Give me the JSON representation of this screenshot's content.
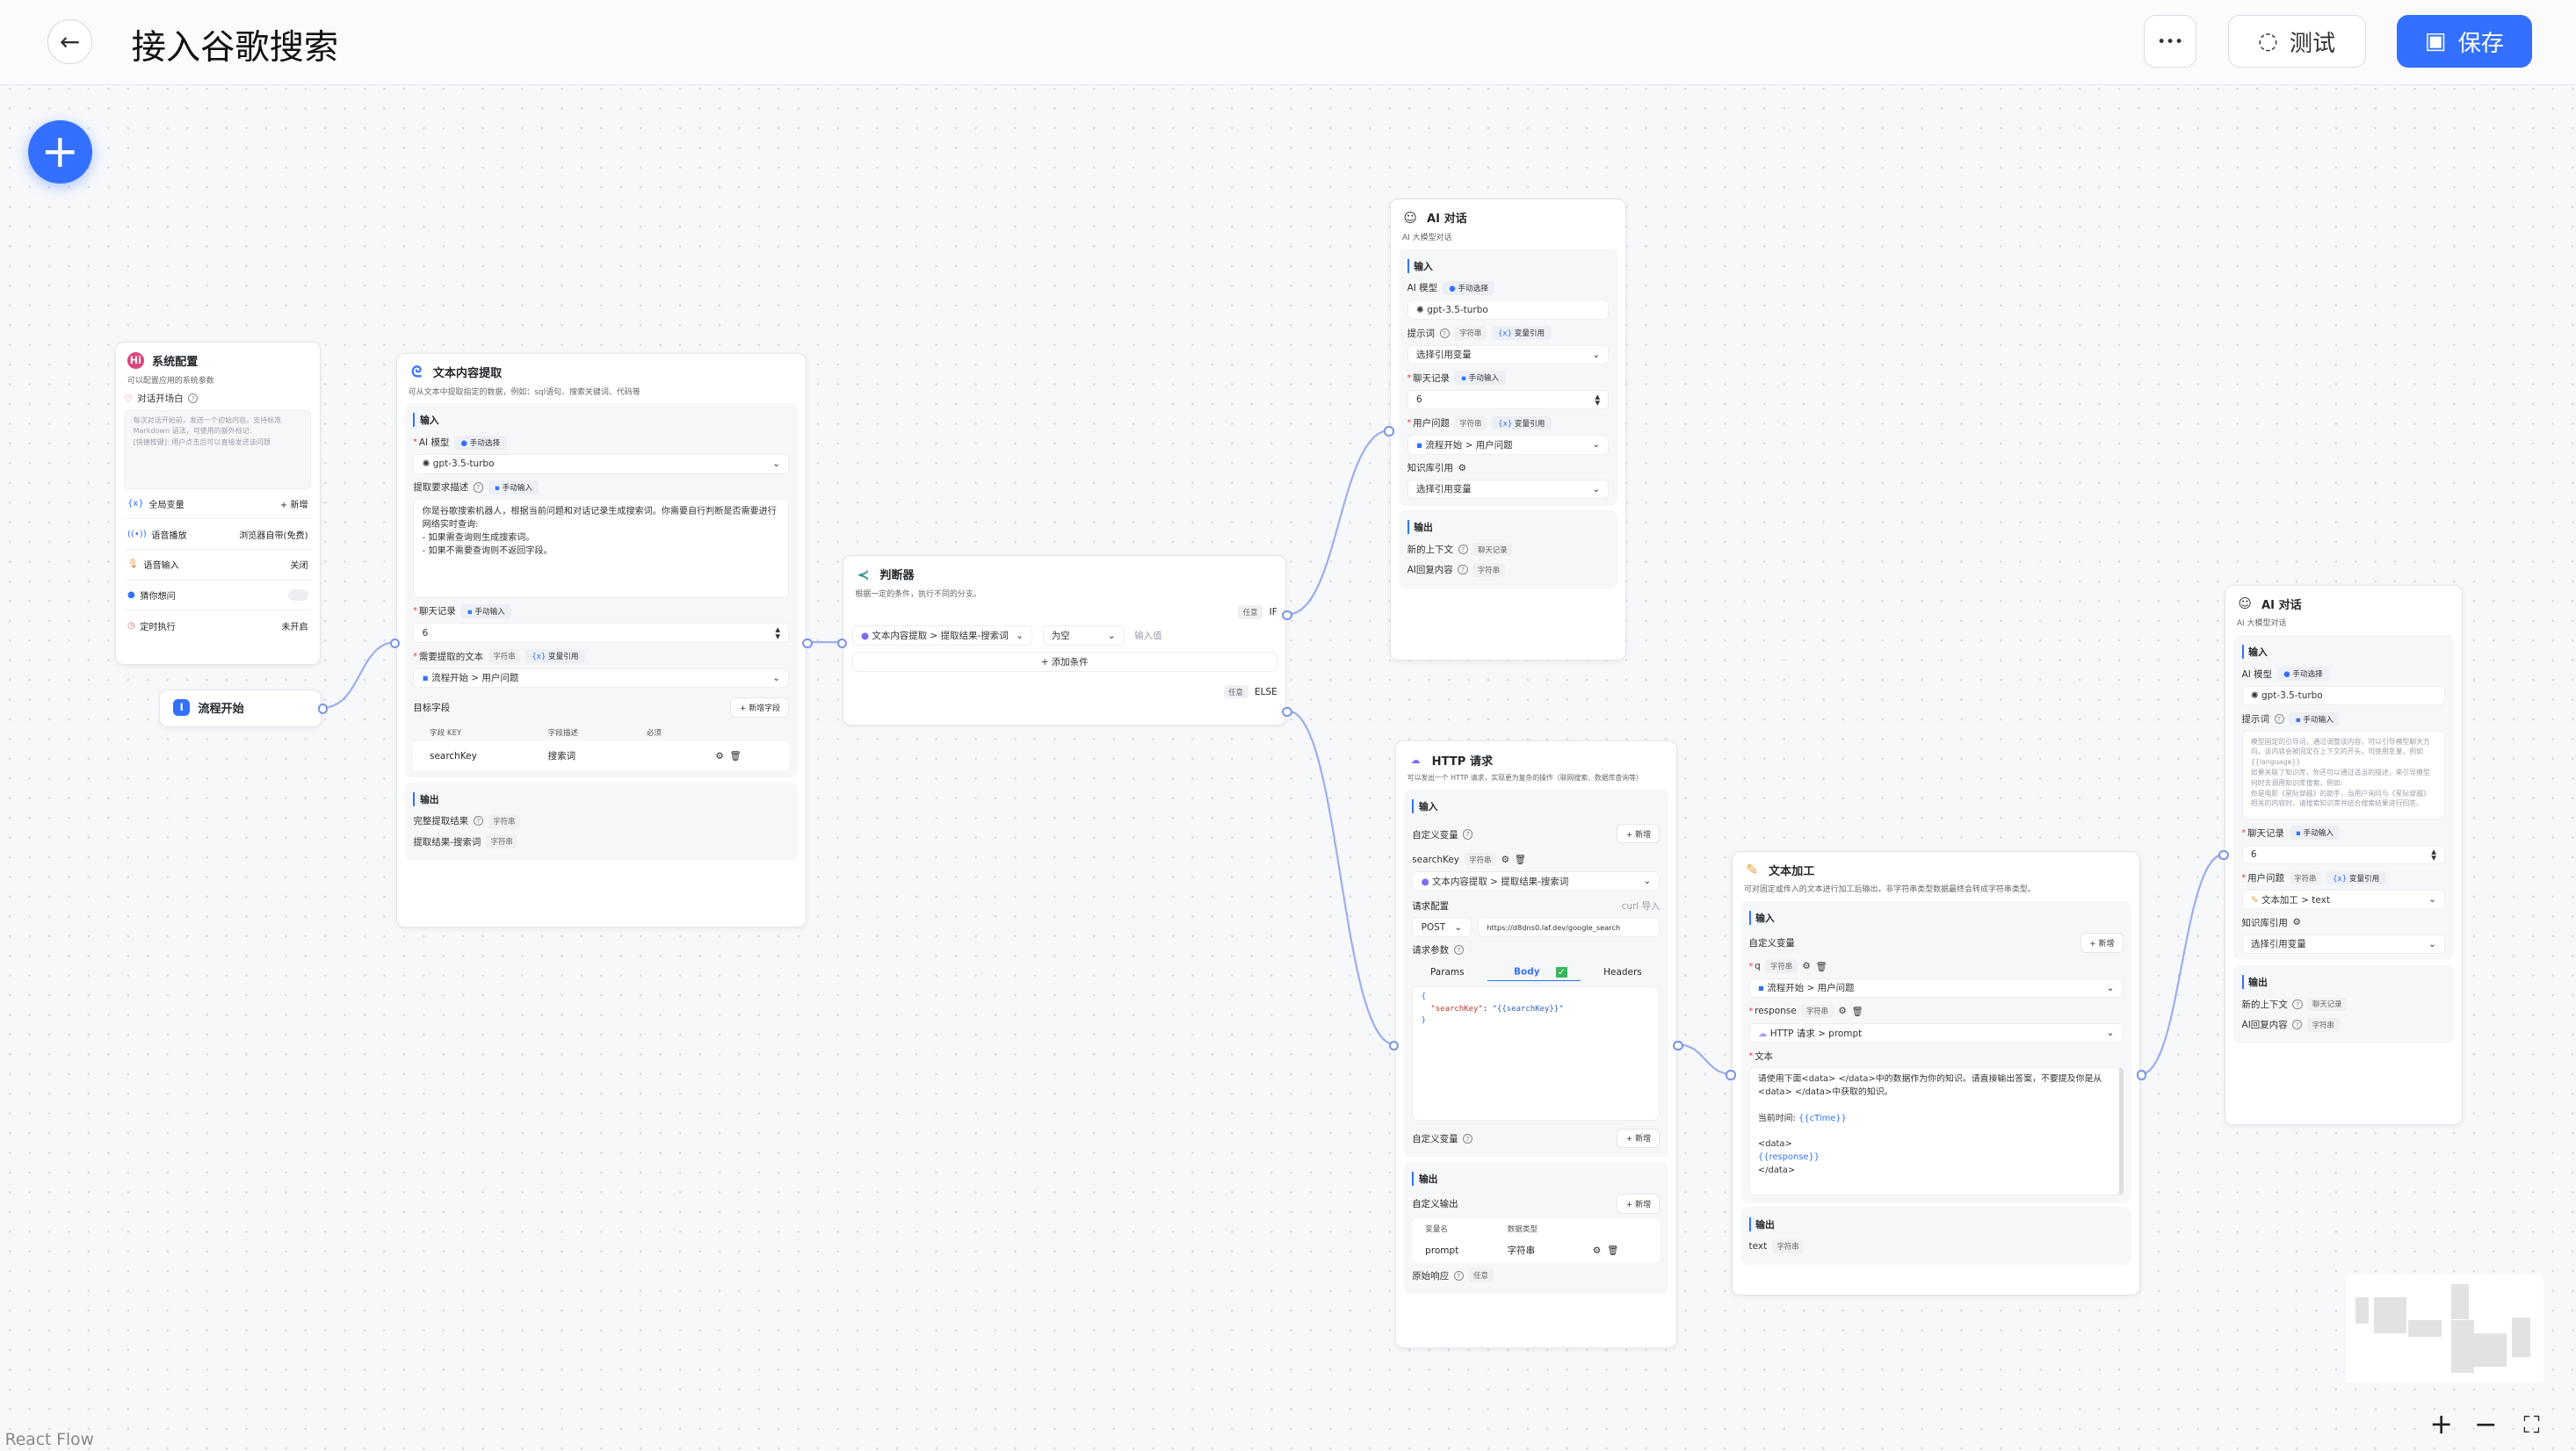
{
  "header": {
    "title": "接入谷歌搜索",
    "more_label": "•••",
    "test_label": "测试",
    "save_label": "保存"
  },
  "colors": {
    "accent": "#3370ff",
    "background": "#f7f8fa"
  },
  "system_config": {
    "title": "系统配置",
    "desc": "可以配置应用的系统参数",
    "welcome_label": "对话开场白",
    "welcome_placeholder": "每次对话开始前，发送一个初始内容。支持标准 Markdown 语法，可使用的额外标记:\n[快捷按键]: 用户点击后可以直接发送该问题",
    "rows": [
      {
        "label": "全局变量",
        "value": "+ 新增",
        "icon": "variable-icon"
      },
      {
        "label": "语音播放",
        "value": "浏览器自带(免费)",
        "icon": "audio-icon"
      },
      {
        "label": "语音输入",
        "value": "关闭",
        "icon": "microphone-icon"
      },
      {
        "label": "猜你想问",
        "value": "",
        "icon": "lightbulb-icon",
        "toggle": false
      },
      {
        "label": "定时执行",
        "value": "未开启",
        "icon": "timer-icon"
      }
    ]
  },
  "start_node": {
    "title": "流程开始"
  },
  "extract": {
    "title": "文本内容提取",
    "desc": "可从文本中提取指定的数据，例如：sql语句、搜索关键词、代码等",
    "input": "输入",
    "model_label": "AI 模型",
    "model_mode": "手动选择",
    "model": "gpt-3.5-turbo",
    "desc_label": "提取要求描述",
    "desc_mode": "手动输入",
    "prompt": "你是谷歌搜索机器人，根据当前问题和对话记录生成搜索词。你需要自行判断是否需要进行网络实时查询:\n- 如果需查询则生成搜索词。\n- 如果不需要查询则不返回字段。",
    "history_label": "聊天记录",
    "history_mode": "手动输入",
    "history": "6",
    "text_label": "需要提取的文本",
    "text_type": "字符串",
    "text_mode": "变量引用",
    "text_value": "流程开始 > 用户问题",
    "fields_label": "目标字段",
    "add_field": "+ 新增字段",
    "columns": [
      "字段 KEY",
      "字段描述",
      "必须"
    ],
    "fields": [
      {
        "key": "searchKey",
        "desc": "搜索词"
      }
    ],
    "output": "输出",
    "outputs": [
      {
        "label": "完整提取结果",
        "type": "字符串"
      },
      {
        "label": "提取结果-搜索词",
        "type": "字符串"
      }
    ]
  },
  "judge": {
    "title": "判断器",
    "desc": "根据一定的条件，执行不同的分支。",
    "if_tag": "任意",
    "if": "IF",
    "cond_var": "文本内容提取 > 提取结果-搜索词",
    "cond_op": "为空",
    "cond_placeholder": "输入值",
    "add_cond": "+ 添加条件",
    "else_tag": "任意",
    "else": "ELSE"
  },
  "ai1": {
    "title": "AI 对话",
    "desc": "AI 大模型对话",
    "input": "输入",
    "model_label": "AI 模型",
    "model_mode": "手动选择",
    "model": "gpt-3.5-turbo",
    "prompt_label": "提示词",
    "prompt_type": "字符串",
    "prompt_mode": "变量引用",
    "prompt_value": "选择引用变量",
    "history_label": "聊天记录",
    "history_mode": "手动输入",
    "history": "6",
    "question_label": "用户问题",
    "question_type": "字符串",
    "question_mode": "变量引用",
    "question_value": "流程开始 > 用户问题",
    "kb_label": "知识库引用",
    "kb_value": "选择引用变量",
    "output": "输出",
    "outputs": [
      {
        "label": "新的上下文",
        "type": "聊天记录"
      },
      {
        "label": "AI回复内容",
        "type": "字符串"
      }
    ]
  },
  "http": {
    "title": "HTTP 请求",
    "desc": "可以发出一个 HTTP 请求，实现更为复杂的操作（联网搜索、数据库查询等）",
    "input": "输入",
    "custom_var": "自定义变量",
    "add": "+ 新增",
    "var_name": "searchKey",
    "var_type": "字符串",
    "var_value": "文本内容提取 > 提取结果-搜索词",
    "req_label": "请求配置",
    "curl": "curl 导入",
    "method": "POST",
    "url": "https://d8dns0.laf.dev/google_search",
    "params_label": "请求参数",
    "tabs": [
      "Params",
      "Body",
      "Headers"
    ],
    "body_open": "{",
    "body_key": "\"searchKey\"",
    "body_val": "\"{{searchKey}}\"",
    "body_close": "}",
    "custom_var2": "自定义变量",
    "output": "输出",
    "custom_out": "自定义输出",
    "out_cols": [
      "变量名",
      "数据类型"
    ],
    "out_rows": [
      {
        "name": "prompt",
        "type": "字符串"
      }
    ],
    "raw_label": "原始响应",
    "raw_type": "任意"
  },
  "textproc": {
    "title": "文本加工",
    "desc": "可对固定或传入的文本进行加工后输出，非字符串类型数据最终会转成字符串类型。",
    "input": "输入",
    "custom_var": "自定义变量",
    "add": "+ 新增",
    "vars": [
      {
        "name": "q",
        "type": "字符串",
        "value": "流程开始 > 用户问题"
      },
      {
        "name": "response",
        "type": "字符串",
        "value": "HTTP 请求 > prompt"
      }
    ],
    "text_label": "文本",
    "text_l1": "请使用下面<data> </data>中的数据作为你的知识。请直接输出答案，不要提及你是从<data> </data>中获取的知识。",
    "text_l2": "当前时间: ",
    "text_var1": "{{cTime}}",
    "text_l3": "<data>",
    "text_var2": "{{response}}",
    "text_l4": "</data>",
    "output": "输出",
    "out_name": "text",
    "out_type": "字符串"
  },
  "ai2": {
    "title": "AI 对话",
    "desc": "AI 大模型对话",
    "input": "输入",
    "model_label": "AI 模型",
    "model_mode": "手动选择",
    "model": "gpt-3.5-turbo",
    "prompt_label": "提示词",
    "prompt_mode": "手动输入",
    "prompt_placeholder": "模型固定的引导词，通过调整该内容，可以引导模型聊天方向。该内容会被固定在上下文的开头。可使用变量，例如 {{language}}\n如果关联了知识库，你还可以通过适当的描述，来引导模型何时去调用知识库搜索。例如:\n你是电影《星际穿越》的助手，当用户询问与《星际穿越》相关的内容时，请搜索知识库并结合搜索结果进行回答。",
    "history_label": "聊天记录",
    "history_mode": "手动输入",
    "history": "6",
    "question_label": "用户问题",
    "question_type": "字符串",
    "question_mode": "变量引用",
    "question_value": "文本加工 > text",
    "kb_label": "知识库引用",
    "kb_value": "选择引用变量",
    "output": "输出",
    "outputs": [
      {
        "label": "新的上下文",
        "type": "聊天记录"
      },
      {
        "label": "AI回复内容",
        "type": "字符串"
      }
    ]
  },
  "controls": {
    "zoom_in": "+",
    "zoom_out": "−",
    "fit": "⛶"
  },
  "attribution": "React Flow"
}
